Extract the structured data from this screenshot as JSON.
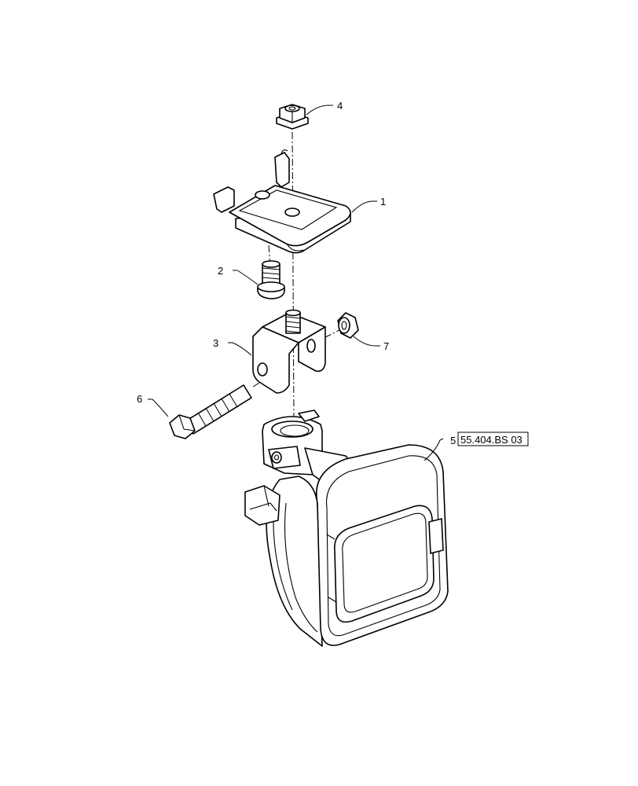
{
  "callouts": [
    {
      "id": "1",
      "label": "1"
    },
    {
      "id": "2",
      "label": "2"
    },
    {
      "id": "3",
      "label": "3"
    },
    {
      "id": "4",
      "label": "4"
    },
    {
      "id": "5",
      "label": "5",
      "reference": "55.404.BS 03"
    },
    {
      "id": "6",
      "label": "6"
    },
    {
      "id": "7",
      "label": "7"
    }
  ]
}
